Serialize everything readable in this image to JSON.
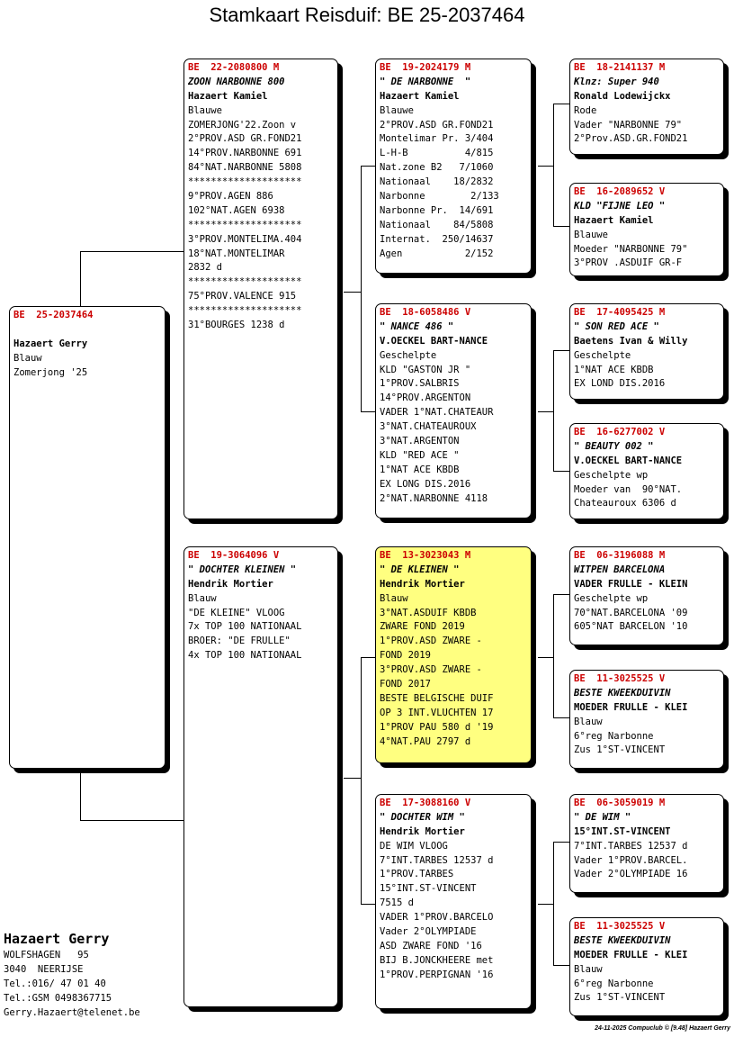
{
  "title": "Stamkaart Reisduif: BE  25-2037464",
  "subject": {
    "ring": "BE  25-2037464",
    "lines": [
      "",
      "Hazaert Gerry",
      "Blauw",
      "Zomerjong '25"
    ]
  },
  "gen1": [
    {
      "ring": "BE  22-2080800 M",
      "name": "ZOON NARBONNE 800",
      "owner": "Hazaert Kamiel",
      "lines": [
        "Blauwe",
        "ZOMERJONG'22.Zoon v",
        "2°PROV.ASD GR.FOND21",
        "14°PROV.NARBONNE 691",
        "84°NAT.NARBONNE 5808",
        "********************",
        "9°PROV.AGEN 886",
        "102°NAT.AGEN 6938",
        "********************",
        "3°PROV.MONTELIMA.404",
        "18°NAT.MONTELIMAR",
        "2832 d",
        "********************",
        "75°PROV.VALENCE 915",
        "********************",
        "31°BOURGES 1238 d"
      ]
    },
    {
      "ring": "BE  19-3064096 V",
      "name": "\" DOCHTER KLEINEN \"",
      "owner": "Hendrik Mortier",
      "lines": [
        "Blauw",
        "\"DE KLEINE\" VLOOG",
        "7x TOP 100 NATIONAAL",
        "BROER: \"DE FRULLE\"",
        "4x TOP 100 NATIONAAL"
      ]
    }
  ],
  "gen2": [
    {
      "ring": "BE  19-2024179 M",
      "name": "\" DE NARBONNE  \"",
      "owner": "Hazaert Kamiel",
      "lines": [
        "Blauwe",
        "2°PROV.ASD GR.FOND21",
        "Montelimar Pr. 3/404",
        "L-H-B          4/815",
        "Nat.zone B2   7/1060",
        "Nationaal    18/2832",
        "Narbonne        2/133",
        "Narbonne Pr.  14/691",
        "Nationaal    84/5808",
        "Internat.  250/14637",
        "Agen           2/152"
      ]
    },
    {
      "ring": "BE  18-6058486 V",
      "name": "\" NANCE 486 \"",
      "owner": "V.OECKEL BART-NANCE",
      "lines": [
        "Geschelpte",
        "KLD \"GASTON JR \"",
        "1°PROV.SALBRIS",
        "14°PROV.ARGENTON",
        "VADER 1°NAT.CHATEAUR",
        "3°NAT.CHATEAUROUX",
        "3°NAT.ARGENTON",
        "KLD \"RED ACE \"",
        "1°NAT ACE KBDB",
        "EX LONG DIS.2016",
        "2°NAT.NARBONNE 4118"
      ]
    },
    {
      "ring": "BE  13-3023043 M",
      "name": "\" DE KLEINEN \"",
      "owner": "Hendrik Mortier",
      "lines": [
        "Blauw",
        "3°NAT.ASDUIF KBDB",
        "ZWARE FOND 2019",
        "1°PROV.ASD ZWARE -",
        "FOND 2019",
        "3°PROV.ASD ZWARE -",
        "FOND 2017",
        "BESTE BELGISCHE DUIF",
        "OP 3 INT.VLUCHTEN 17",
        "1°PROV PAU 580 d '19",
        "4°NAT.PAU 2797 d"
      ]
    },
    {
      "ring": "BE  17-3088160 V",
      "name": "\" DOCHTER WIM \"",
      "owner": "Hendrik Mortier",
      "lines": [
        "DE WIM VLOOG",
        "7°INT.TARBES 12537 d",
        "1°PROV.TARBES",
        "15°INT.ST-VINCENT",
        "7515 d",
        "VADER 1°PROV.BARCELO",
        "Vader 2°OLYMPIADE",
        "ASD ZWARE FOND '16",
        "BIJ B.JONCKHEERE met",
        "1°PROV.PERPIGNAN '16"
      ]
    }
  ],
  "gen3": [
    {
      "ring": "BE  18-2141137 M",
      "name": "Klnz: Super 940",
      "owner": "Ronald Lodewijckx",
      "lines": [
        "Rode",
        "Vader \"NARBONNE 79\"",
        "2°Prov.ASD.GR.FOND21"
      ]
    },
    {
      "ring": "BE  16-2089652 V",
      "name": "KLD \"FIJNE LEO \"",
      "owner": "Hazaert Kamiel",
      "lines": [
        "Blauwe",
        "Moeder \"NARBONNE 79\"",
        "3°PROV .ASDUIF GR-F"
      ]
    },
    {
      "ring": "BE  17-4095425 M",
      "name": "\" SON RED ACE \"",
      "owner": "Baetens Ivan & Willy",
      "lines": [
        "Geschelpte",
        "1°NAT ACE KBDB",
        "EX LOND DIS.2016"
      ]
    },
    {
      "ring": "BE  16-6277002 V",
      "name": "\" BEAUTY 002 \"",
      "owner": "V.OECKEL BART-NANCE",
      "lines": [
        "Geschelpte wp",
        "Moeder van  90°NAT.",
        "Chateauroux 6306 d"
      ]
    },
    {
      "ring": "BE  06-3196088 M",
      "name": "WITPEN BARCELONA",
      "owner": "VADER FRULLE - KLEIN",
      "lines": [
        "Geschelpte wp",
        "70°NAT.BARCELONA '09",
        "605°NAT BARCELON '10"
      ]
    },
    {
      "ring": "BE  11-3025525 V",
      "name": "BESTE KWEEKDUIVIN",
      "owner": "MOEDER FRULLE - KLEI",
      "lines": [
        "Blauw",
        "6°reg Narbonne",
        "Zus 1°ST-VINCENT"
      ]
    },
    {
      "ring": "BE  06-3059019 M",
      "name": "\" DE WIM \"",
      "owner": "15°INT.ST-VINCENT",
      "lines": [
        "7°INT.TARBES 12537 d",
        "Vader 1°PROV.BARCEL.",
        "Vader 2°OLYMPIADE 16"
      ]
    },
    {
      "ring": "BE  11-3025525 V",
      "name": "BESTE KWEEKDUIVIN",
      "owner": "MOEDER FRULLE - KLEI",
      "lines": [
        "Blauw",
        "6°reg Narbonne",
        "Zus 1°ST-VINCENT"
      ]
    }
  ],
  "owner_block": {
    "name": "Hazaert Gerry",
    "lines": [
      "WOLFSHAGEN   95",
      "3040  NEERIJSE",
      "Tel.:016/ 47 01 40",
      "Tel.:GSM 0498367715",
      "Gerry.Hazaert@telenet.be"
    ]
  },
  "footer": "24-11-2025    Compuclub © [9.48]  Hazaert Gerry"
}
